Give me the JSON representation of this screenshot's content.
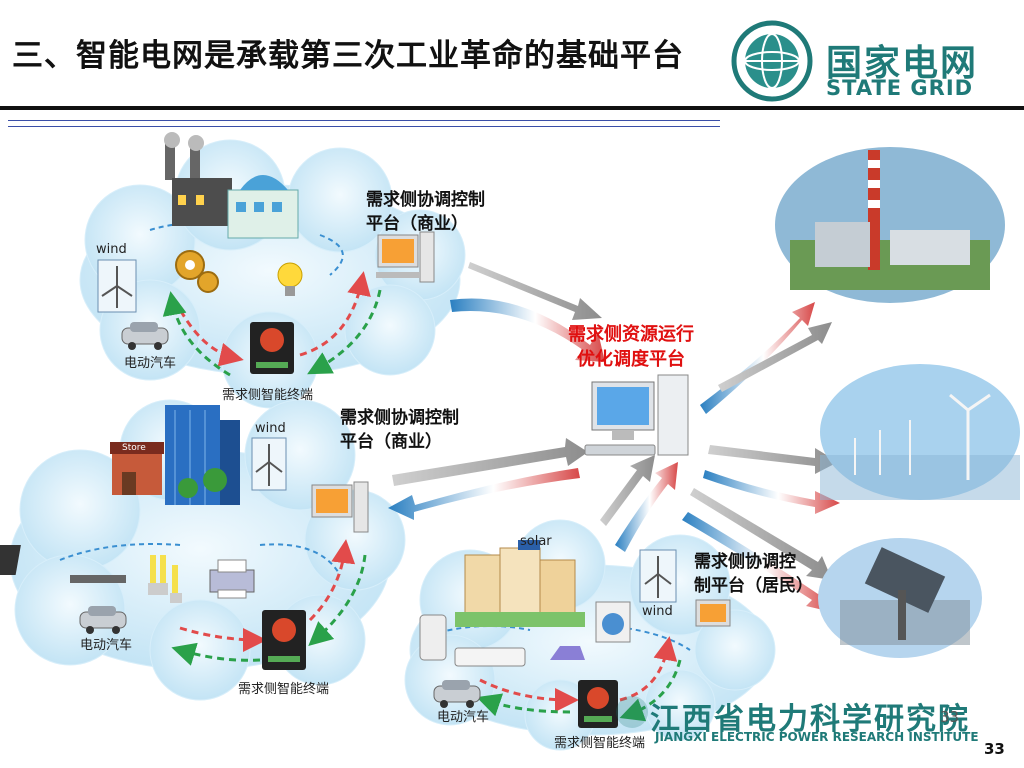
{
  "slide": {
    "title": "三、智能电网是承载第三次工业革命的基础平台",
    "page_number": "33",
    "page_number_ghost": "33"
  },
  "brand": {
    "name_cn": "国家电网",
    "name_en": "STATE GRID"
  },
  "institute": {
    "name_cn": "江西省电力科学研究院",
    "name_en": "JIANGXI ELECTRIC POWER RESEARCH INSTITUTE"
  },
  "center": {
    "label_line1": "需求侧资源运行",
    "label_line2": "优化调度平台"
  },
  "cloud_top": {
    "platform_line1": "需求侧协调控制",
    "platform_line2": "平台（商业）",
    "wind": "wind",
    "ev": "电动汽车",
    "terminal": "需求侧智能终端"
  },
  "cloud_mid": {
    "platform_line1": "需求侧协调控制",
    "platform_line2": "平台（商业）",
    "wind": "wind",
    "store_sign": "Store",
    "ev": "电动汽车",
    "terminal": "需求侧智能终端"
  },
  "cloud_bot": {
    "platform_line1": "需求侧协调控",
    "platform_line2": "制平台（居民）",
    "wind": "wind",
    "solar": "solar",
    "ev": "电动汽车",
    "terminal": "需求侧智能终端"
  },
  "colors": {
    "brand_teal": "#1f7a78",
    "center_red": "#e01010",
    "cloud": "#cfe9f7",
    "arrow_red": "#e24b4b",
    "arrow_green": "#2aa14a"
  }
}
